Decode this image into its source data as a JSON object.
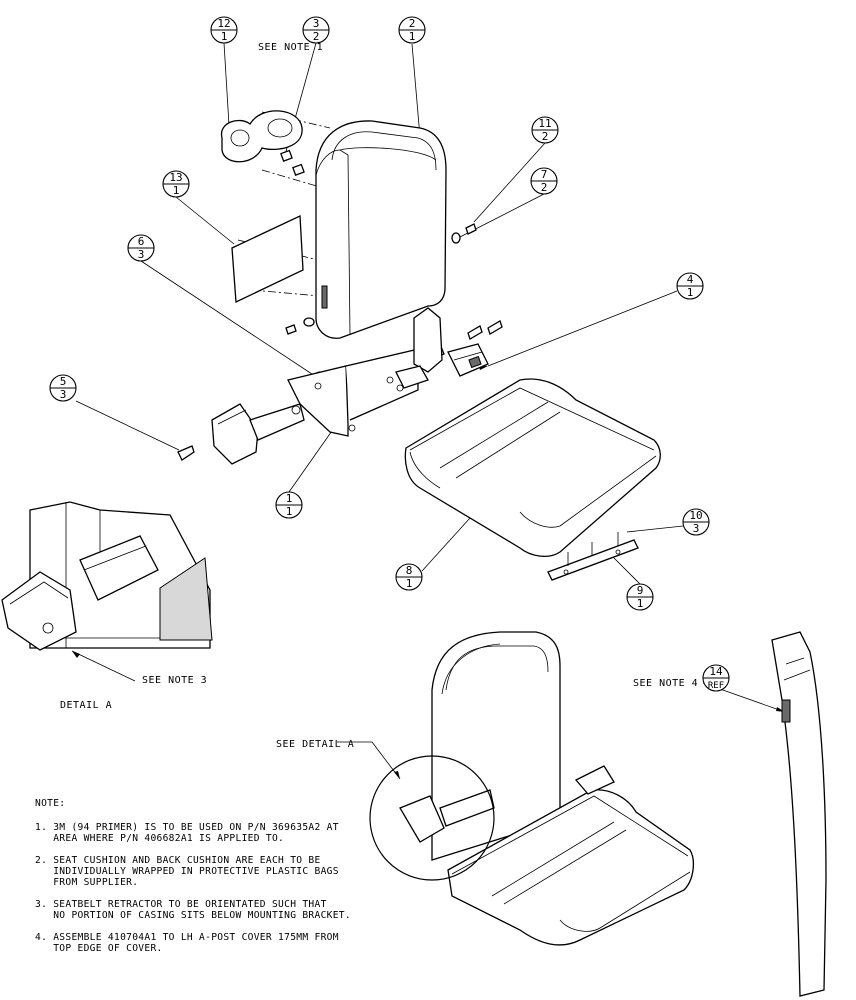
{
  "balloons": [
    {
      "id": "b12",
      "top": "12",
      "bottom": "1"
    },
    {
      "id": "b3",
      "top": "3",
      "bottom": "2"
    },
    {
      "id": "b2",
      "top": "2",
      "bottom": "1"
    },
    {
      "id": "b11",
      "top": "11",
      "bottom": "2"
    },
    {
      "id": "b7",
      "top": "7",
      "bottom": "2"
    },
    {
      "id": "b13",
      "top": "13",
      "bottom": "1"
    },
    {
      "id": "b6",
      "top": "6",
      "bottom": "3"
    },
    {
      "id": "b4",
      "top": "4",
      "bottom": "1"
    },
    {
      "id": "b5",
      "top": "5",
      "bottom": "3"
    },
    {
      "id": "b1",
      "top": "1",
      "bottom": "1"
    },
    {
      "id": "b10",
      "top": "10",
      "bottom": "3"
    },
    {
      "id": "b8",
      "top": "8",
      "bottom": "1"
    },
    {
      "id": "b9",
      "top": "9",
      "bottom": "1"
    },
    {
      "id": "b14",
      "top": "14",
      "bottom": "REF"
    }
  ],
  "labels": {
    "see_note_1": "SEE NOTE 1",
    "see_note_3": "SEE NOTE 3",
    "detail_a": "DETAIL A",
    "see_detail_a": "SEE DETAIL A",
    "see_note_4": "SEE NOTE 4"
  },
  "notes": {
    "heading": "NOTE:",
    "items": [
      "1. 3M (94 PRIMER) IS TO BE USED ON P/N 369635A2 AT\n   AREA WHERE P/N 406682A1 IS APPLIED TO.",
      "2. SEAT CUSHION AND BACK CUSHION ARE EACH TO BE\n   INDIVIDUALLY WRAPPED IN PROTECTIVE PLASTIC BAGS\n   FROM SUPPLIER.",
      "3. SEATBELT RETRACTOR TO BE ORIENTATED SUCH THAT\n   NO PORTION OF CASING SITS BELOW MOUNTING BRACKET.",
      "4. ASSEMBLE 410704A1 TO LH A-POST COVER 175MM FROM\n   TOP EDGE OF COVER."
    ]
  }
}
